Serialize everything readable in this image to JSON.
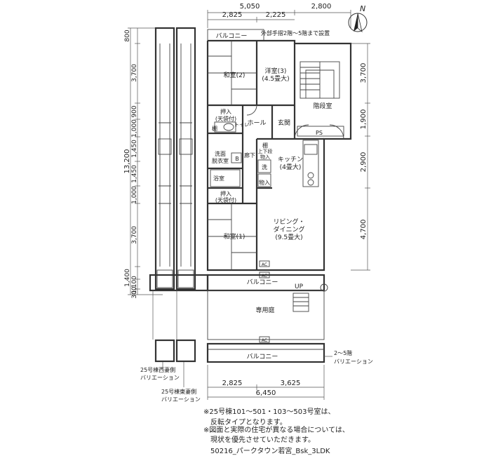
{
  "dimensions": {
    "top_total": "5,050",
    "top_right": "2,800",
    "top_a": "2,825",
    "top_b": "2,225",
    "bottom_a": "2,825",
    "bottom_b": "3,625",
    "bottom_total": "6,450",
    "left_total": "13,200",
    "left_segments": [
      "800",
      "3,700",
      "900",
      "1,000",
      "1,450",
      "1,450",
      "1,000",
      "3,700",
      "1,400",
      "1,100",
      "300"
    ],
    "right_segments": [
      "3,700",
      "1,900",
      "2,900",
      "4,700"
    ]
  },
  "rooms": {
    "washitsu2": "和室(2)",
    "youshitsu3": "洋室(3)",
    "youshitsu3_size": "(4.5畳大)",
    "stair": "階段室",
    "oshiire": "押入",
    "tenbukuro": "(天袋付)",
    "hall": "ホール",
    "genkan": "玄関",
    "tana": "棚",
    "toilet": "トイレ",
    "ps": "PS",
    "senmen": "洗面",
    "datsui": "脱衣室",
    "b": "B",
    "rouka": "廊下",
    "joge1": "上下段",
    "joge2": "物入",
    "sen": "洗",
    "kitchen": "キッチン",
    "kitchen_size": "(4畳大)",
    "bath": "浴室",
    "monoire": "物入",
    "oshiire2": "押入",
    "tenbukuro2": "(天袋付)",
    "washitsu1": "和室(1)",
    "living1": "リビング・",
    "living2": "ダイニング",
    "living_size": "(9.5畳大)",
    "ac": "AC",
    "balcony": "バルコニー",
    "up": "UP",
    "garden": "専用庭"
  },
  "annotations": {
    "handrail": "外部手摺2階～5階まで設置",
    "floors_variation_1": "2～5階",
    "floors_variation_2": "バリエーション",
    "west_variation_1": "25号棟西妻側",
    "west_variation_2": "バリエーション",
    "east_variation_1": "25号棟東妻側",
    "east_variation_2": "バリエーション",
    "north": "N"
  },
  "notes": [
    "※25号棟101～501・103～503号室は、",
    "反転タイプとなります。",
    "※図面と実際の住宅が異なる場合については、",
    "現状を優先させていただきます。"
  ],
  "plan_code": "50216_パークタウン若宮_Bsk_3LDK"
}
